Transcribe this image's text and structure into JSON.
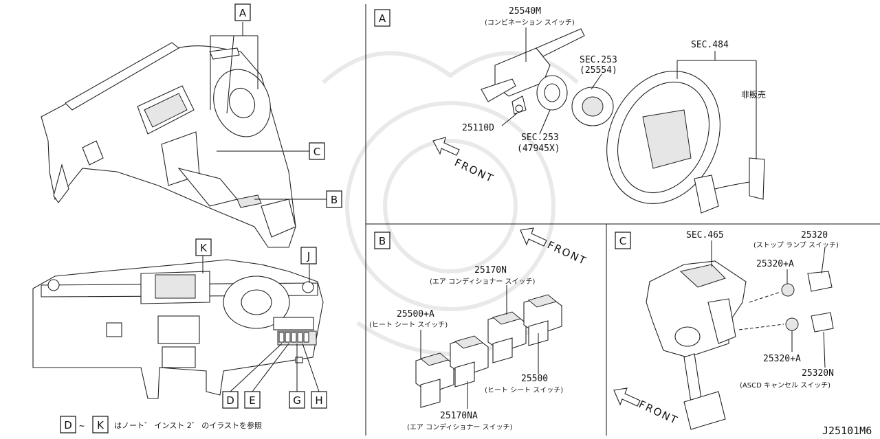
{
  "views": {
    "A": "A",
    "B": "B",
    "C": "C",
    "D": "D",
    "E": "E",
    "G": "G",
    "H": "H",
    "J": "J",
    "K": "K"
  },
  "legend": {
    "from": "D",
    "tilde": "~",
    "to": "K",
    "note": "はノート゛ インスト 2゛ のイラストを参照"
  },
  "view_a": {
    "p25540m_num": "25540M",
    "p25540m_desc": "(コンビネーション スイッチ)",
    "sec253a_num": "SEC.253",
    "sec253a_sub": "(25554)",
    "sec484": "SEC.484",
    "not_sold": "非販売",
    "p25110d": "25110D",
    "sec253b_num": "SEC.253",
    "sec253b_sub": "(47945X)",
    "front": "FRONT"
  },
  "view_b": {
    "front": "FRONT",
    "p25170n_num": "25170N",
    "p25170n_desc": "(エア コンディショナー スイッチ)",
    "p25500a_num": "25500+A",
    "p25500a_desc": "(ヒート シート スイッチ)",
    "p25500_num": "25500",
    "p25500_desc": "(ヒート シート スイッチ)",
    "p25170na_num": "25170NA",
    "p25170na_desc": "(エア コンディショナー スイッチ)"
  },
  "view_c": {
    "sec465": "SEC.465",
    "p25320_num": "25320",
    "p25320_desc": "(ストップ ランプ スイッチ)",
    "p25320a_top": "25320+A",
    "p25320a_bot": "25320+A",
    "p25320n_num": "25320N",
    "p25320n_desc": "(ASCD キャンセル スイッチ)",
    "front": "FRONT"
  },
  "diagram_id": "J25101M6"
}
